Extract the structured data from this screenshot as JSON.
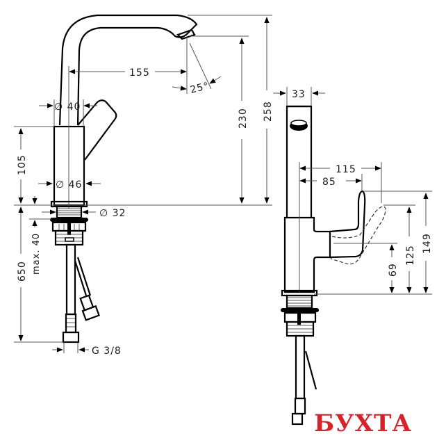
{
  "drawing": {
    "subject": "Single-lever basin mixer faucet technical drawing",
    "views": [
      "front-view",
      "side-view"
    ]
  },
  "front_view": {
    "dimensions": {
      "spout_reach": "155",
      "spout_angle": "25°",
      "spout_outlet_height": "230",
      "total_height": "258",
      "spout_diameter": "∅ 40",
      "body_height": "105",
      "body_diameter": "∅ 46",
      "mounting_diameter": "∅ 32",
      "max_deck_thickness": "max. 40",
      "hose_length": "650",
      "connection_thread": "G 3/8"
    }
  },
  "side_view": {
    "dimensions": {
      "body_width": "33",
      "lever_reach_open": "115",
      "lever_reach": "85",
      "lever_height_total": "149",
      "lever_height_open": "125",
      "lever_pivot_height": "69"
    }
  },
  "watermark": {
    "text": "БУХТА",
    "color": "#d8222a"
  }
}
